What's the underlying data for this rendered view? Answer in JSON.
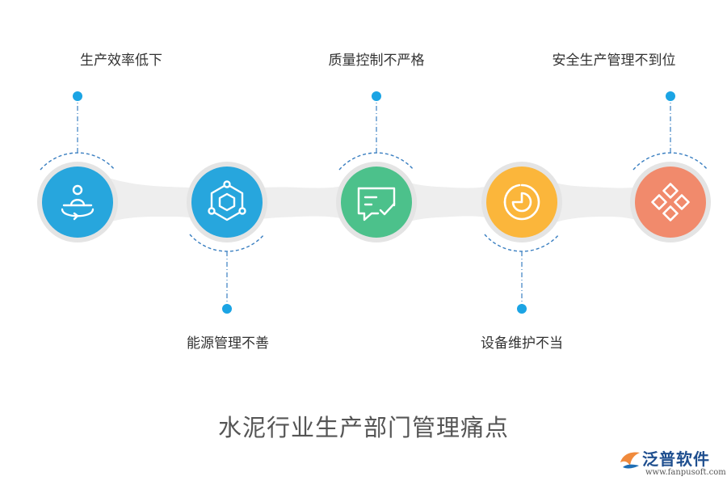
{
  "title": "水泥行业生产部门管理痛点",
  "nodes": [
    {
      "label": "生产效率低下",
      "position": "top",
      "color": "#27a6dd",
      "icon": "person-rotate-icon"
    },
    {
      "label": "能源管理不善",
      "position": "bottom",
      "color": "#27a6dd",
      "icon": "network-hexagon-icon"
    },
    {
      "label": "质量控制不严格",
      "position": "top",
      "color": "#4cc18b",
      "icon": "message-check-icon"
    },
    {
      "label": "设备维护不当",
      "position": "bottom",
      "color": "#fbb63b",
      "icon": "gauge-pie-icon"
    },
    {
      "label": "安全生产管理不到位",
      "position": "top",
      "color": "#f18a6c",
      "icon": "diamond-grid-icon"
    }
  ],
  "colors": {
    "band": "#eeeeee",
    "ring": "#e4e4e4",
    "dot": "#1ba4e4",
    "dashed": "#3a7fc1"
  },
  "logo": {
    "name": "泛普软件",
    "url": "www.fanpusoft.com"
  }
}
